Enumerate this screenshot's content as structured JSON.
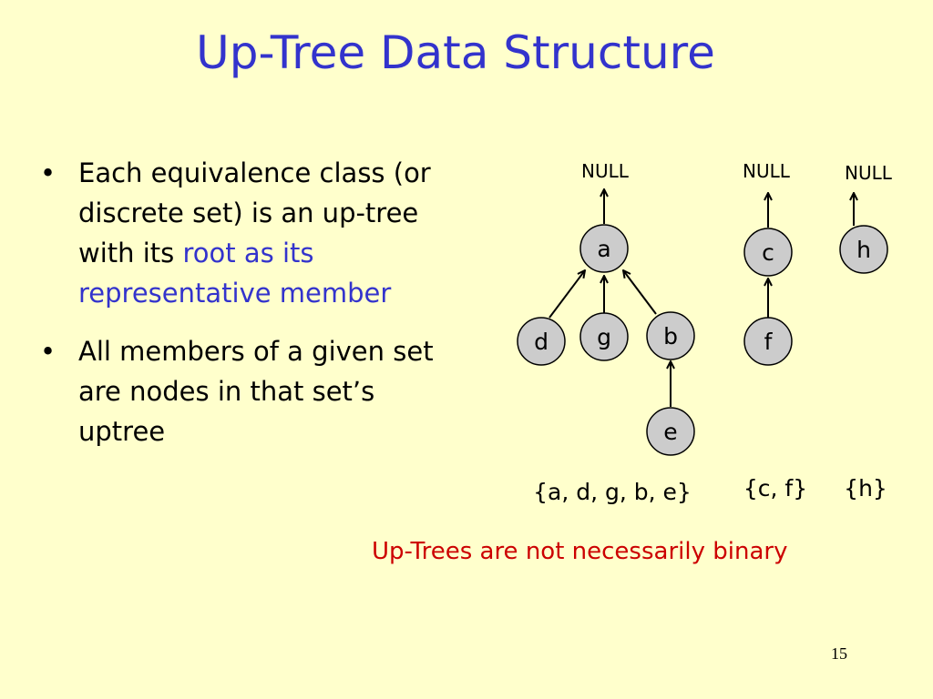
{
  "title": "Up-Tree Data Structure",
  "bullets": [
    {
      "text": "Each equivalence class (or discrete set) is an up-tree with its ",
      "highlight": "root as its representative member"
    },
    {
      "text": "All members of a given set are nodes in that set’s uptree"
    }
  ],
  "diagram": {
    "null_labels": [
      "NULL",
      "NULL",
      "NULL"
    ],
    "nodes": [
      "a",
      "d",
      "g",
      "b",
      "e",
      "c",
      "f",
      "h"
    ],
    "edges": [
      {
        "child": "d",
        "parent": "a"
      },
      {
        "child": "g",
        "parent": "a"
      },
      {
        "child": "b",
        "parent": "a"
      },
      {
        "child": "e",
        "parent": "b"
      },
      {
        "child": "f",
        "parent": "c"
      }
    ],
    "sets": [
      "{a, d, g, b, e}",
      "{c, f}",
      "{h}"
    ]
  },
  "note": "Up-Trees are not necessarily binary",
  "page_number": "15",
  "colors": {
    "background": "#FFFFCC",
    "title": "#3333CC",
    "highlight": "#3333CC",
    "note": "#CC0000",
    "node_fill": "#CCCCCC"
  }
}
